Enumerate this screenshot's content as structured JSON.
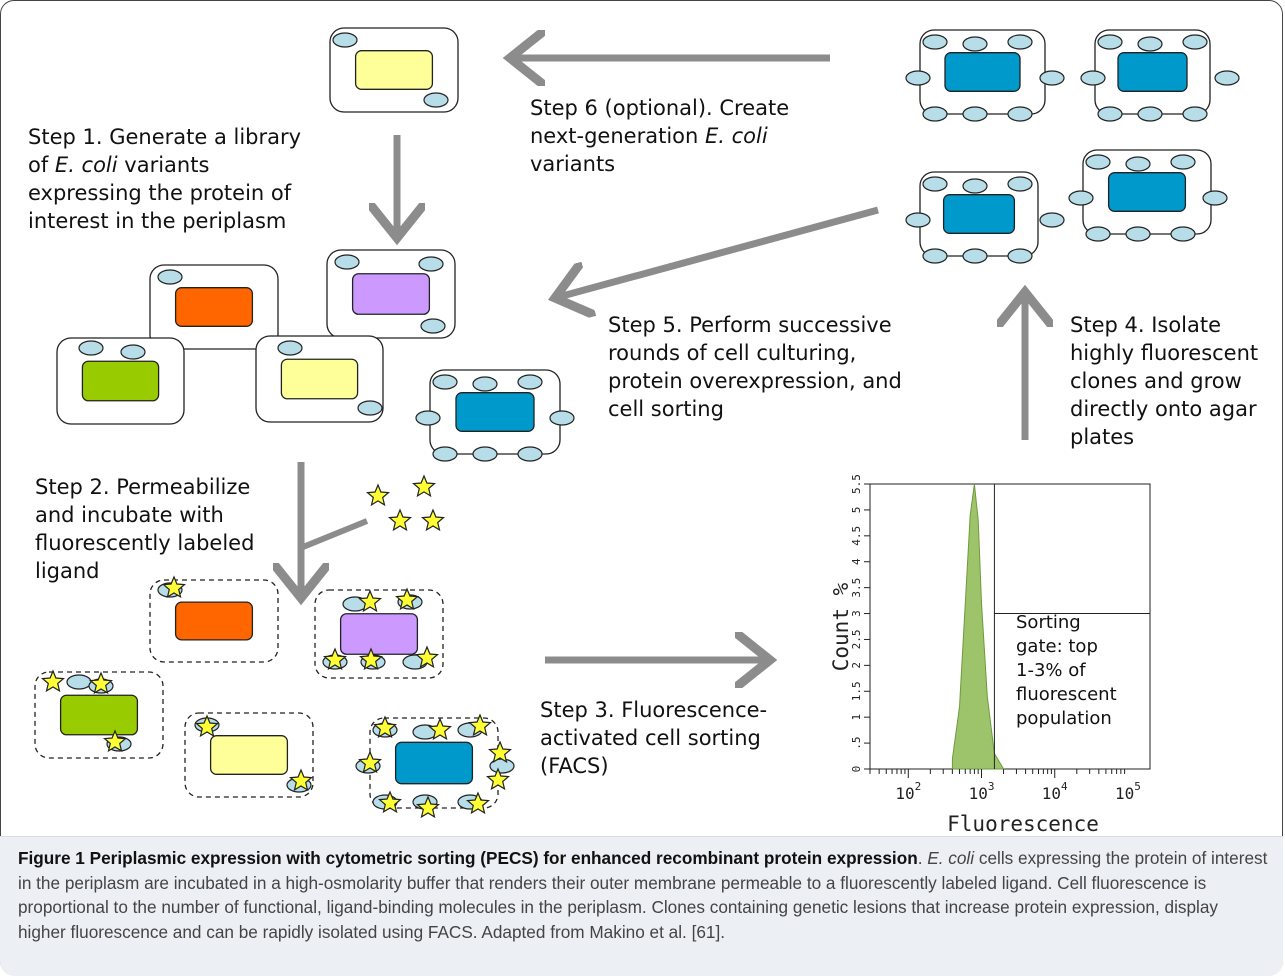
{
  "steps": {
    "step1": [
      "Step 1. Generate a library",
      "of ",
      "E. coli",
      " variants",
      "expressing the protein of",
      "interest in the periplasm"
    ],
    "step2": [
      "Step 2. Permeabilize",
      "and incubate with",
      "fluorescently labeled",
      "ligand"
    ],
    "step3": [
      "Step 3. Fluorescence-",
      "activated cell sorting",
      "(FACS)"
    ],
    "step4": [
      "Step 4. Isolate",
      "highly fluorescent",
      "clones and grow",
      "directly onto agar",
      "plates"
    ],
    "step5": [
      "Step 5. Perform successive",
      "rounds of cell culturing,",
      "protein overexpression, and",
      "cell sorting"
    ],
    "step6": [
      "Step 6 (optional). Create",
      "next-generation ",
      "E. coli",
      "variants"
    ]
  },
  "histogram": {
    "xlabel": "Fluorescence",
    "ylabel": "Count %",
    "yticks": [
      "0",
      ".5",
      "1",
      "1.5",
      "2",
      "2.5",
      "3",
      "3.5",
      "4",
      "4.5",
      "5",
      "5.5"
    ],
    "xticks_base": [
      "10",
      "10",
      "10",
      "10"
    ],
    "xticks_exp": [
      "2",
      "3",
      "4",
      "5"
    ],
    "gate_text": [
      "Sorting",
      "gate: top",
      "1-3% of",
      "fluorescent",
      "population"
    ]
  },
  "chart_data": {
    "type": "area",
    "xlabel": "Fluorescence",
    "ylabel": "Count %",
    "x_scale": "log",
    "xlim": [
      30,
      200000
    ],
    "ylim": [
      0,
      5.5
    ],
    "grid": false,
    "x": [
      400,
      500,
      600,
      700,
      800,
      900,
      1000,
      1200,
      1500,
      2000
    ],
    "values": [
      0.2,
      1.2,
      3.2,
      4.9,
      5.5,
      4.8,
      3.2,
      1.4,
      0.3,
      0.0
    ],
    "gate_x": 1500,
    "gate_y": 3.0
  },
  "caption": {
    "title": "Figure 1 Periplasmic expression with cytometric sorting (PECS) for enhanced recombinant protein expression",
    "sep": ". ",
    "ecoli": "E. coli",
    "body": " cells expressing the protein of interest in the periplasm are incubated in a high-osmolarity buffer that renders their outer membrane permeable to a fluorescently labeled ligand. Cell fluorescence is proportional to the number of functional, ligand-binding molecules in the periplasm. Clones containing genetic lesions that increase protein expression, display higher fluorescence and can be rapidly isolated using FACS. Adapted from Makino et al. [61]."
  },
  "colors": {
    "arrow": "#8c8c8c",
    "orange": "#ff6600",
    "violet": "#cc99ff",
    "green": "#99cc00",
    "yellow": "#ffff99",
    "blue": "#0099cc",
    "periplasm_protein": "#b7dde8",
    "star": "#ffff33",
    "histogram_fill": "#9dc36b"
  }
}
